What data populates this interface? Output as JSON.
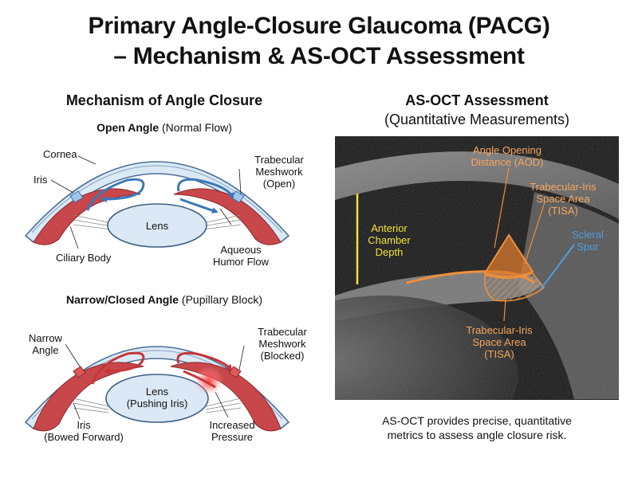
{
  "title": {
    "line1": "Primary Angle-Closure Glaucoma (PACG)",
    "line2": "– Mechanism & AS-OCT Assessment"
  },
  "left_section": {
    "title": "Mechanism of Angle Closure",
    "open_angle": {
      "heading_bold": "Open Angle",
      "heading_rest": " (Normal Flow)",
      "labels": {
        "cornea": "Cornea",
        "iris": "Iris",
        "trabecular_l1": "Trabecular",
        "trabecular_l2": "Meshwork",
        "trabecular_l3": "(Open)",
        "lens": "Lens",
        "ciliary_body": "Ciliary Body",
        "aqueous_l1": "Aqueous",
        "aqueous_l2": "Humor Flow"
      }
    },
    "closed_angle": {
      "heading_bold": "Narrow/Closed Angle",
      "heading_rest": " (Pupillary Block)",
      "labels": {
        "narrow_l1": "Narrow",
        "narrow_l2": "Angle",
        "trabecular_l1": "Trabecular",
        "trabecular_l2": "Meshwork",
        "trabecular_l3": "(Blocked)",
        "lens_l1": "Lens",
        "lens_l2": "(Pushing Iris)",
        "iris_l1": "Iris",
        "iris_l2": "(Bowed Forward)",
        "pressure_l1": "Increased",
        "pressure_l2": "Pressure"
      }
    }
  },
  "right_section": {
    "title": "AS-OCT Assessment",
    "subtitle": "(Quantitative Measurements)",
    "labels": {
      "aod_l1": "Angle Opening",
      "aod_l2": "Distance (AOD)",
      "tisa_top_l1": "Trabecular-Iris",
      "tisa_top_l2": "Space Area",
      "tisa_top_l3": "(TISA)",
      "acd_l1": "Anterior",
      "acd_l2": "Chamber",
      "acd_l3": "Depth",
      "scleral_l1": "Scleral",
      "scleral_l2": "Spur",
      "tisa_bot_l1": "Trabecular-Iris",
      "tisa_bot_l2": "Space Area",
      "tisa_bot_l3": "(TISA)"
    },
    "caption_l1": "AS-OCT provides precise, quantitative",
    "caption_l2": "metrics to assess angle closure risk."
  },
  "colors": {
    "cornea_fill": "#dbe9f6",
    "cornea_stroke": "#4b6f96",
    "iris_red": "#c8474a",
    "lens_fill": "#dbe8f5",
    "flow_blue": "#3a78b8",
    "flow_red": "#c7353a",
    "oct_orange": "#f0903a",
    "oct_yellow": "#f2e23a",
    "oct_blue": "#4d9be0",
    "oct_label_orange": "#f6a55c"
  }
}
